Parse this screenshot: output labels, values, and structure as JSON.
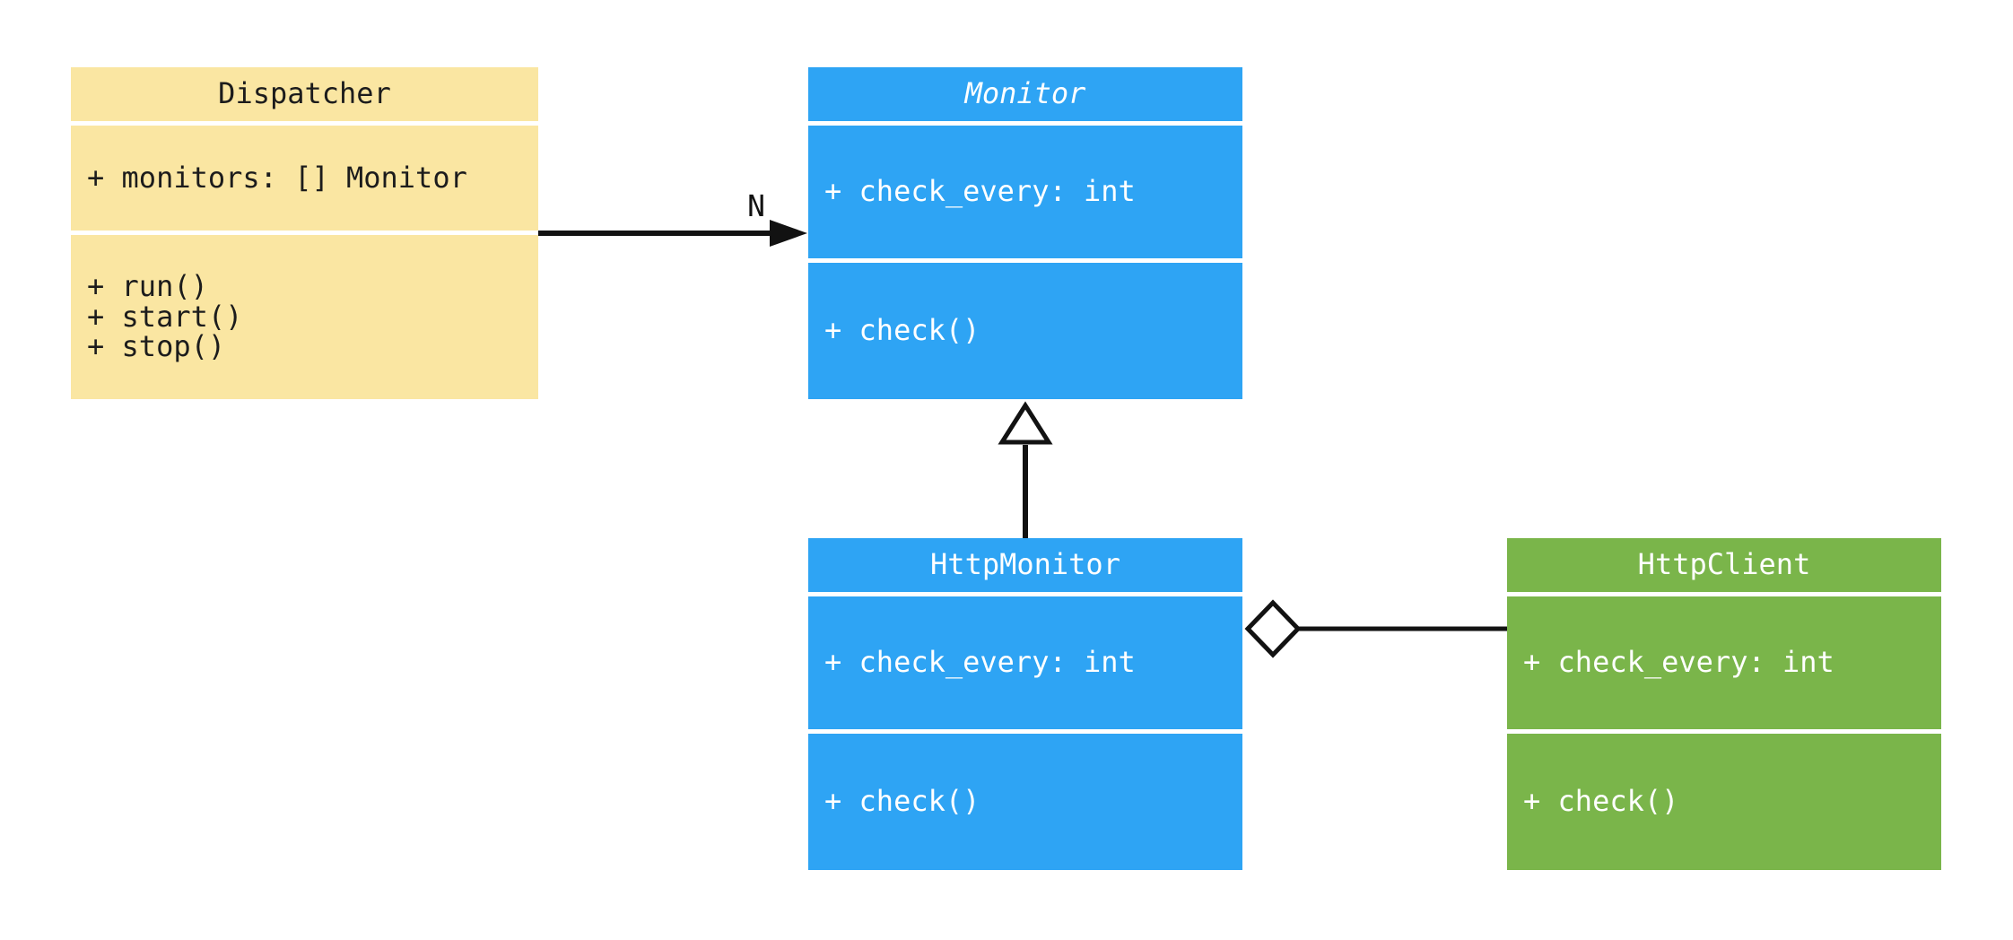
{
  "diagram": {
    "kind": "uml-class-diagram",
    "background_color": "#ffffff",
    "line_color": "#121212",
    "classes": [
      {
        "title": "Dispatcher",
        "abstract": false,
        "fill": "#FAE6A2",
        "text_color": "#1c1c1c",
        "attributes": [
          "+ monitors: [] Monitor"
        ],
        "methods": [
          "+ run()",
          "+ start()",
          "+ stop()"
        ]
      },
      {
        "title": "Monitor",
        "abstract": true,
        "fill": "#2EA4F4",
        "text_color": "#ffffff",
        "attributes": [
          "+ check_every: int"
        ],
        "methods": [
          "+ check()"
        ]
      },
      {
        "title": "HttpMonitor",
        "abstract": false,
        "fill": "#2EA4F4",
        "text_color": "#ffffff",
        "attributes": [
          "+ check_every: int"
        ],
        "methods": [
          "+ check()"
        ]
      },
      {
        "title": "HttpClient",
        "abstract": false,
        "fill": "#7AB54A",
        "text_color": "#ffffff",
        "attributes": [
          "+ check_every: int"
        ],
        "methods": [
          "+ check()"
        ]
      }
    ],
    "relationships": [
      {
        "type": "association",
        "from": "Dispatcher",
        "to": "Monitor",
        "multiplicity_label": "N"
      },
      {
        "type": "inheritance",
        "from": "HttpMonitor",
        "to": "Monitor"
      },
      {
        "type": "aggregation",
        "whole": "HttpMonitor",
        "part": "HttpClient"
      }
    ]
  }
}
